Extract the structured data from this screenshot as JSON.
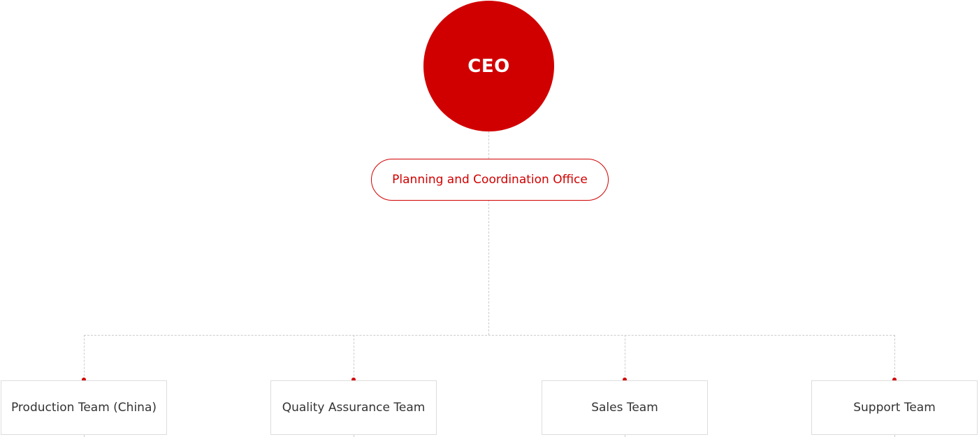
{
  "org_chart": {
    "ceo": {
      "label": "CEO"
    },
    "office": {
      "label": "Planning and Coordination Office"
    },
    "teams": [
      {
        "label": "Production Team (China)"
      },
      {
        "label": "Quality Assurance Team"
      },
      {
        "label": "Sales Team"
      },
      {
        "label": "Support Team"
      }
    ]
  },
  "colors": {
    "accent": "#d10000",
    "connector": "#cccccc",
    "box_border": "#dddddd",
    "text": "#333333",
    "background": "#ffffff"
  }
}
